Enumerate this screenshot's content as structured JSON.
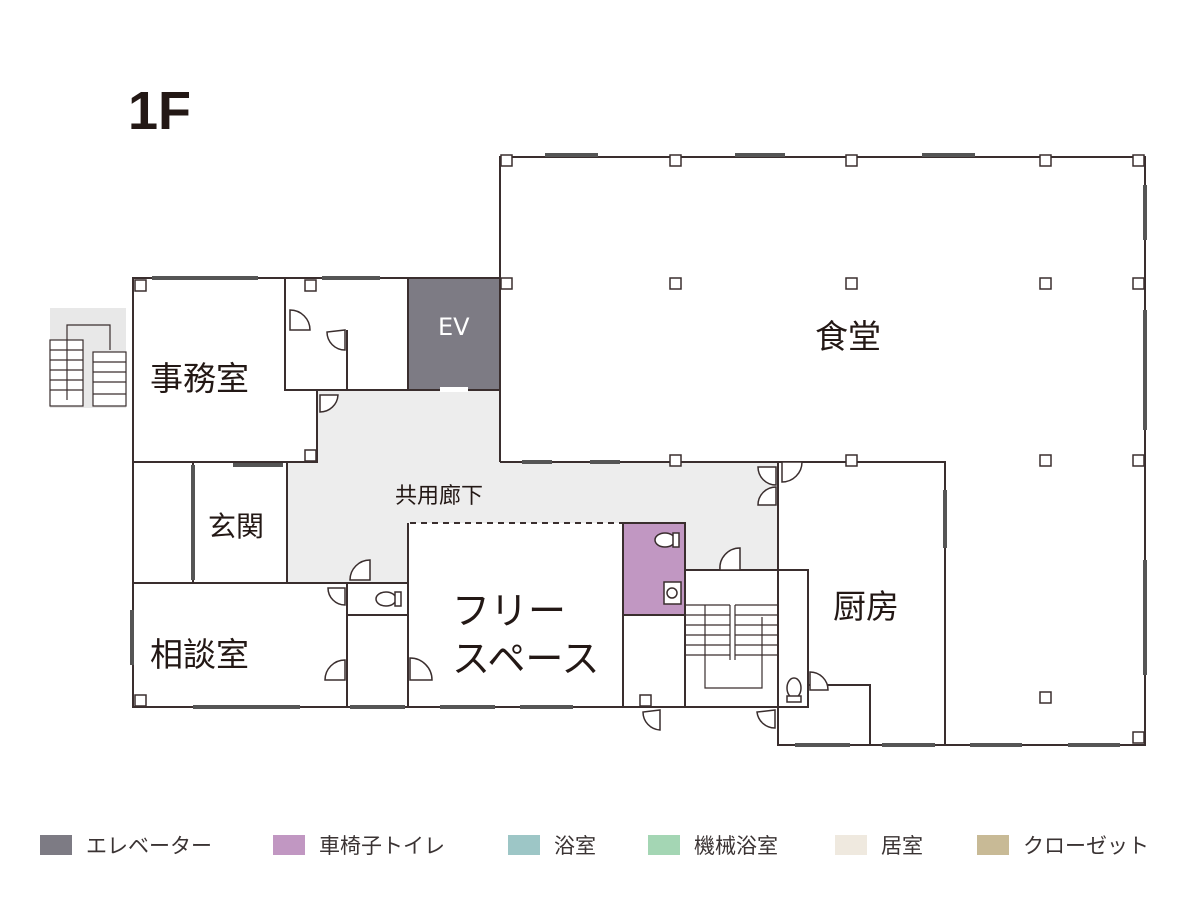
{
  "floor_title": "1F",
  "rooms": {
    "office": "事務室",
    "elevator": "EV",
    "dining": "食堂",
    "corridor": "共用廊下",
    "entrance": "玄関",
    "consultation": "相談室",
    "free_space_line1": "フリー",
    "free_space_line2": "スペース",
    "kitchen": "厨房"
  },
  "legend": [
    {
      "label": "エレベーター",
      "color": "#7d7b84"
    },
    {
      "label": "車椅子トイレ",
      "color": "#c197c2"
    },
    {
      "label": "浴室",
      "color": "#9dc6c6"
    },
    {
      "label": "機械浴室",
      "color": "#a4d6b4"
    },
    {
      "label": "居室",
      "color": "#efe9df"
    },
    {
      "label": "クローゼット",
      "color": "#c8ba96"
    }
  ],
  "colors": {
    "wall": "#3a2e2e",
    "corridor": "#ededed",
    "stair_bg": "#e8e8e8"
  }
}
